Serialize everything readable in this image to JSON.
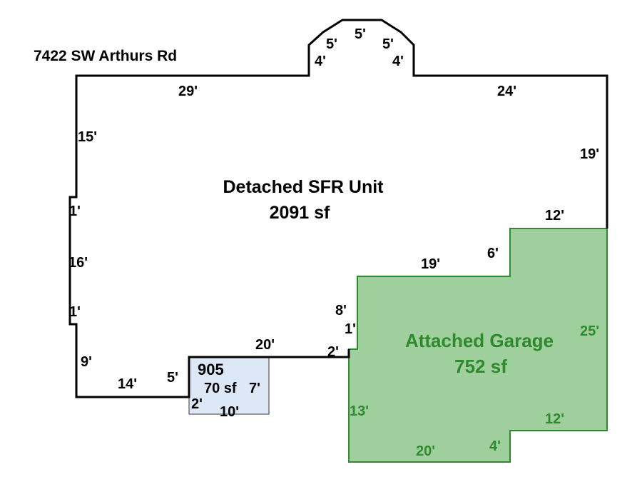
{
  "address": "7422 SW Arthurs Rd",
  "house": {
    "name": "Detached SFR Unit",
    "area": "2091 sf",
    "dims": {
      "top_left": "29'",
      "bay_left_lower": "4'",
      "bay_left_diag": "5'",
      "bay_top": "5'",
      "bay_right_diag": "5'",
      "bay_right_lower": "4'",
      "top_right": "24'",
      "left_upper": "15'",
      "left_jog_upper": "1'",
      "left_middle": "16'",
      "left_jog_lower": "1'",
      "left_lower": "9'",
      "right_side": "19'",
      "step_top": "12'",
      "step_vertical": "6'",
      "step_horizontal": "19'",
      "inner_vertical": "8'",
      "inner_jog": "1'",
      "inner_jog_horizontal": "2'",
      "bottom_middle": "20'",
      "bottom_left": "14'"
    }
  },
  "garage": {
    "name": "Attached Garage",
    "area": "752 sf",
    "color_fill": "#9fcf9c",
    "color_stroke": "#2f8a2f",
    "dims": {
      "right": "25'",
      "left": "13'",
      "bottom": "20'",
      "notch_vertical": "4'",
      "notch_horizontal": "12'"
    }
  },
  "small_area": {
    "id": "905",
    "area": "70 sf",
    "color_fill": "#dce8f5",
    "dims": {
      "left": "5'",
      "right": "7'",
      "bottom_left": "2'",
      "bottom": "10'"
    }
  }
}
